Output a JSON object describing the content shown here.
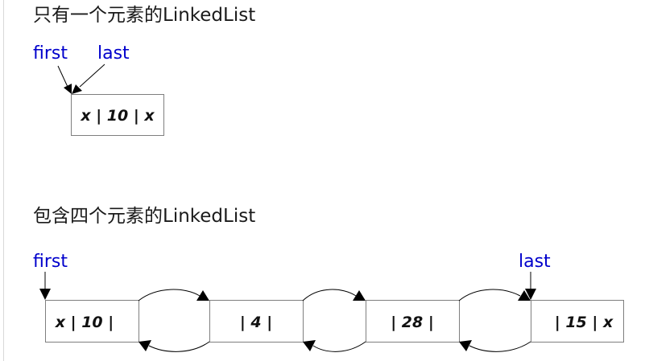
{
  "colors": {
    "pointer_label": "#0000cc",
    "box_border": "#7f7f7f",
    "text": "#111111",
    "background": "#ffffff"
  },
  "diagram1": {
    "title": "只有一个元素的LinkedList",
    "first_label": "first",
    "last_label": "last",
    "node": "x | 10 | x"
  },
  "diagram2": {
    "title": "包含四个元素的LinkedList",
    "first_label": "first",
    "last_label": "last",
    "nodes": [
      "x | 10 |",
      "| 4 |",
      "| 28 |",
      "| 15 | x"
    ]
  }
}
